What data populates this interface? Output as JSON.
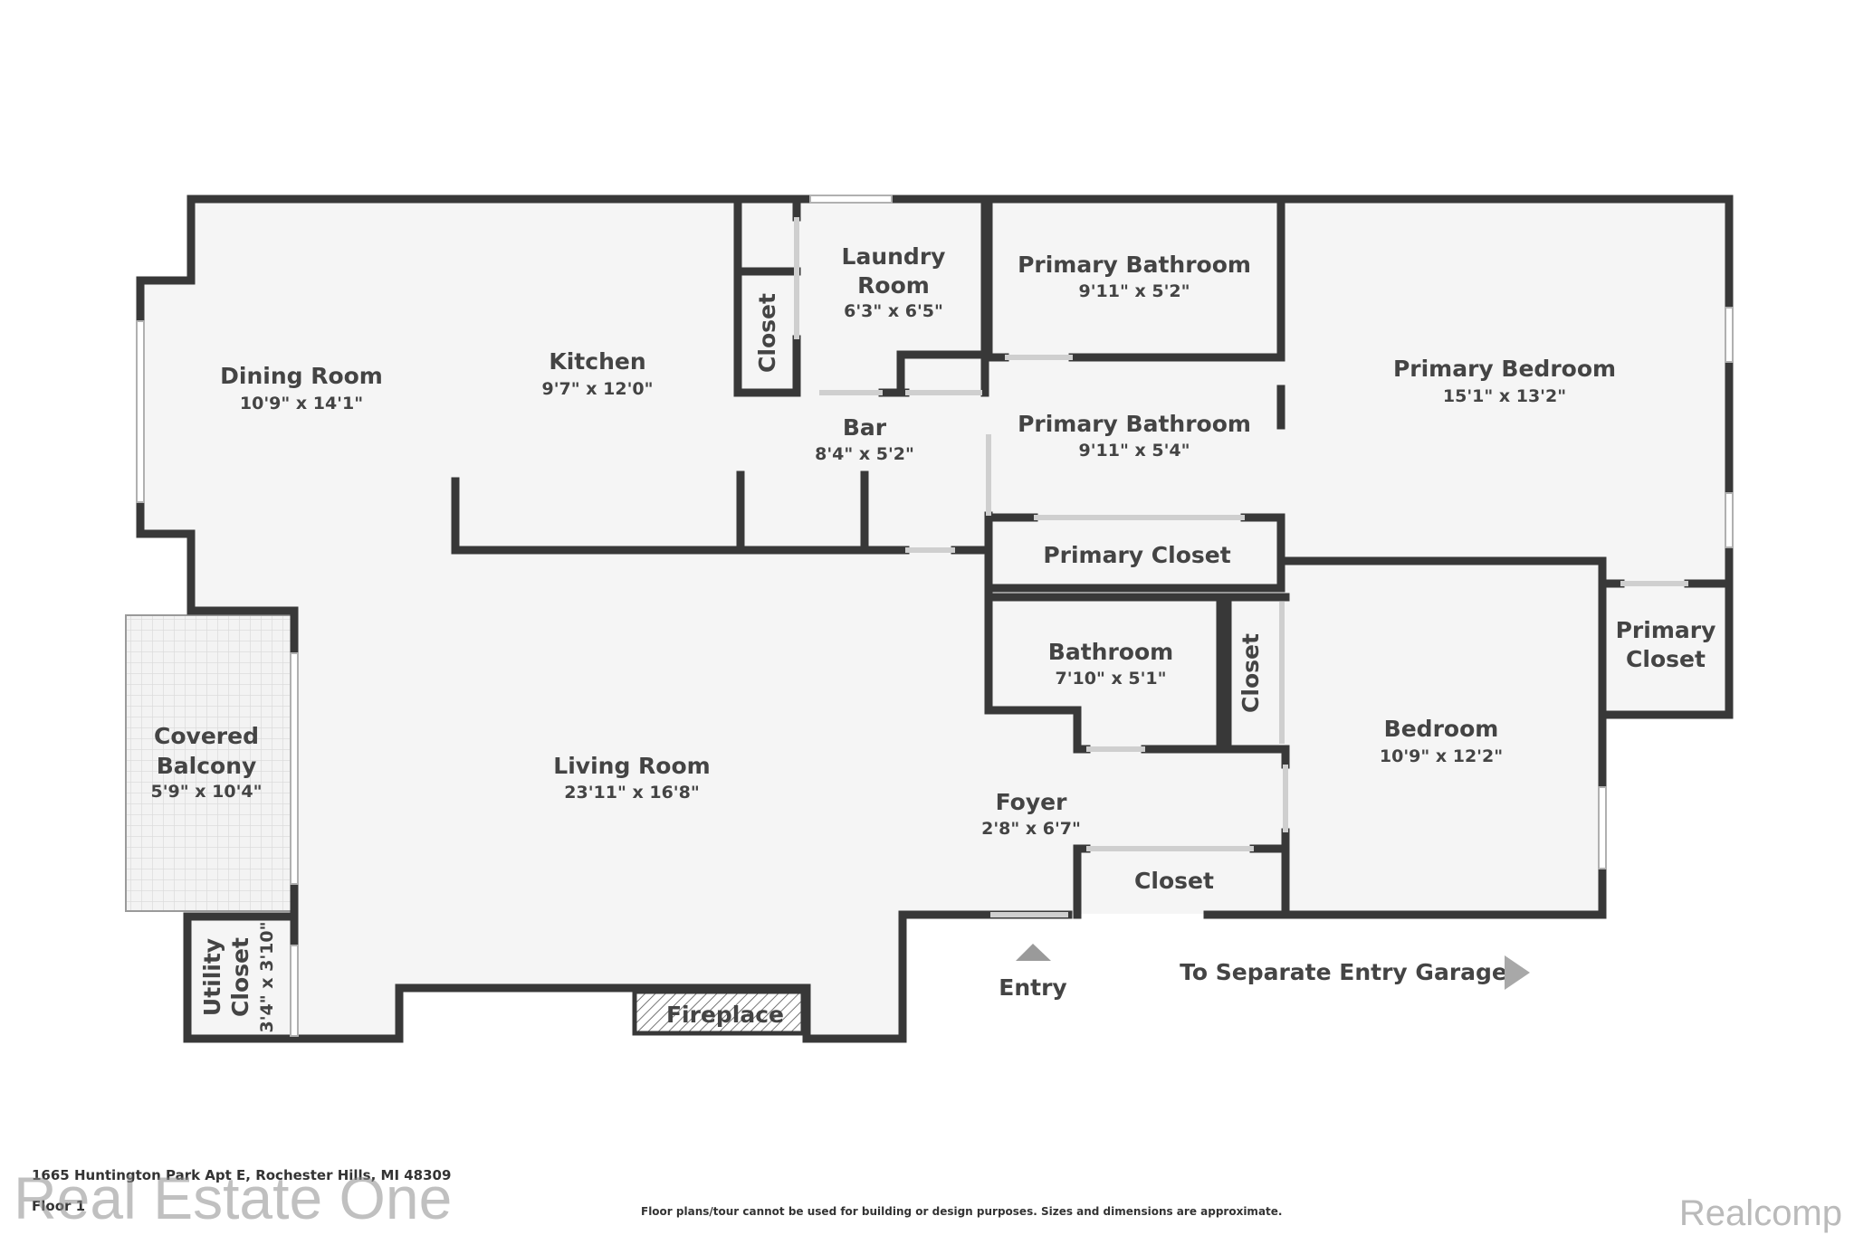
{
  "rooms": {
    "dining": {
      "name": "Dining Room",
      "dim": "10'9\" x 14'1\""
    },
    "kitchen": {
      "name": "Kitchen",
      "dim": "9'7\" x 12'0\""
    },
    "closet_kitchen": {
      "name": "Closet"
    },
    "laundry": {
      "name_line1": "Laundry",
      "name_line2": "Room",
      "dim": "6'3\" x 6'5\""
    },
    "bar": {
      "name": "Bar",
      "dim": "8'4\" x 5'2\""
    },
    "primary_bath_1": {
      "name": "Primary Bathroom",
      "dim": "9'11\" x 5'2\""
    },
    "primary_bath_2": {
      "name": "Primary Bathroom",
      "dim": "9'11\" x 5'4\""
    },
    "primary_bedroom": {
      "name": "Primary Bedroom",
      "dim": "15'1\" x 13'2\""
    },
    "primary_closet_1": {
      "name": "Primary Closet"
    },
    "primary_closet_2": {
      "name_line1": "Primary",
      "name_line2": "Closet"
    },
    "bathroom": {
      "name": "Bathroom",
      "dim": "7'10\" x 5'1\""
    },
    "closet_bath": {
      "name": "Closet"
    },
    "bedroom": {
      "name": "Bedroom",
      "dim": "10'9\" x 12'2\""
    },
    "foyer": {
      "name": "Foyer",
      "dim": "2'8\" x 6'7\""
    },
    "closet_foyer": {
      "name": "Closet"
    },
    "living": {
      "name": "Living Room",
      "dim": "23'11\" x 16'8\""
    },
    "balcony": {
      "name_line1": "Covered",
      "name_line2": "Balcony",
      "dim": "5'9\" x 10'4\""
    },
    "utility": {
      "name_line1": "Utility",
      "name_line2": "Closet",
      "dim": "3'4\" x 3'10\""
    },
    "fireplace": {
      "name": "Fireplace"
    }
  },
  "labels": {
    "entry": "Entry",
    "garage": "To Separate Entry Garage"
  },
  "footer": {
    "address": "1665 Huntington Park Apt E, Rochester Hills, MI 48309",
    "floor": "Floor 1",
    "disclaimer": "Floor plans/tour cannot be used for building or design purposes. Sizes and dimensions are approximate."
  },
  "watermarks": {
    "brand_left": "Real Estate One",
    "brand_right": "Realcomp"
  },
  "colors": {
    "wall": "#383838",
    "floor": "#f5f5f5",
    "text": "#444444"
  }
}
